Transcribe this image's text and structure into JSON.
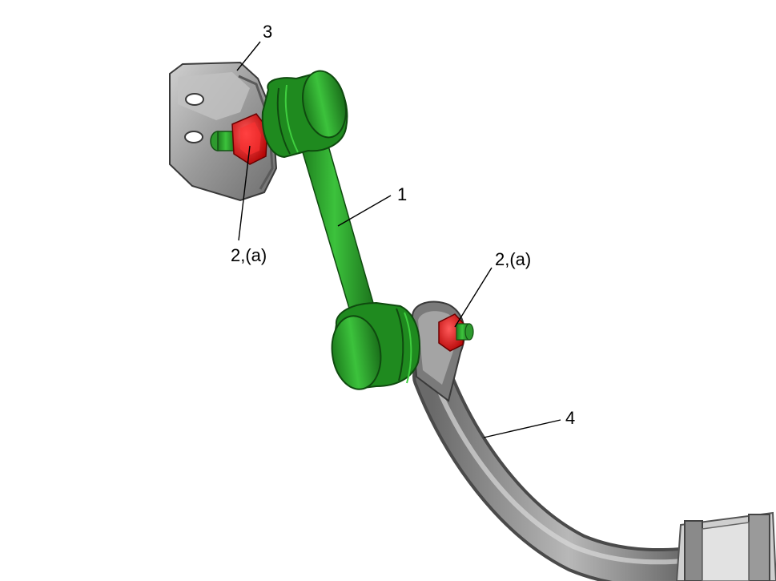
{
  "labels": {
    "link": "1",
    "nut_upper": "2,(a)",
    "nut_lower": "2,(a)",
    "bracket": "3",
    "bar": "4"
  },
  "colors": {
    "link_green": "#2ea82e",
    "nut_red": "#e01818",
    "metal_gray": "#a8a8a8",
    "background": "#ffffff"
  }
}
